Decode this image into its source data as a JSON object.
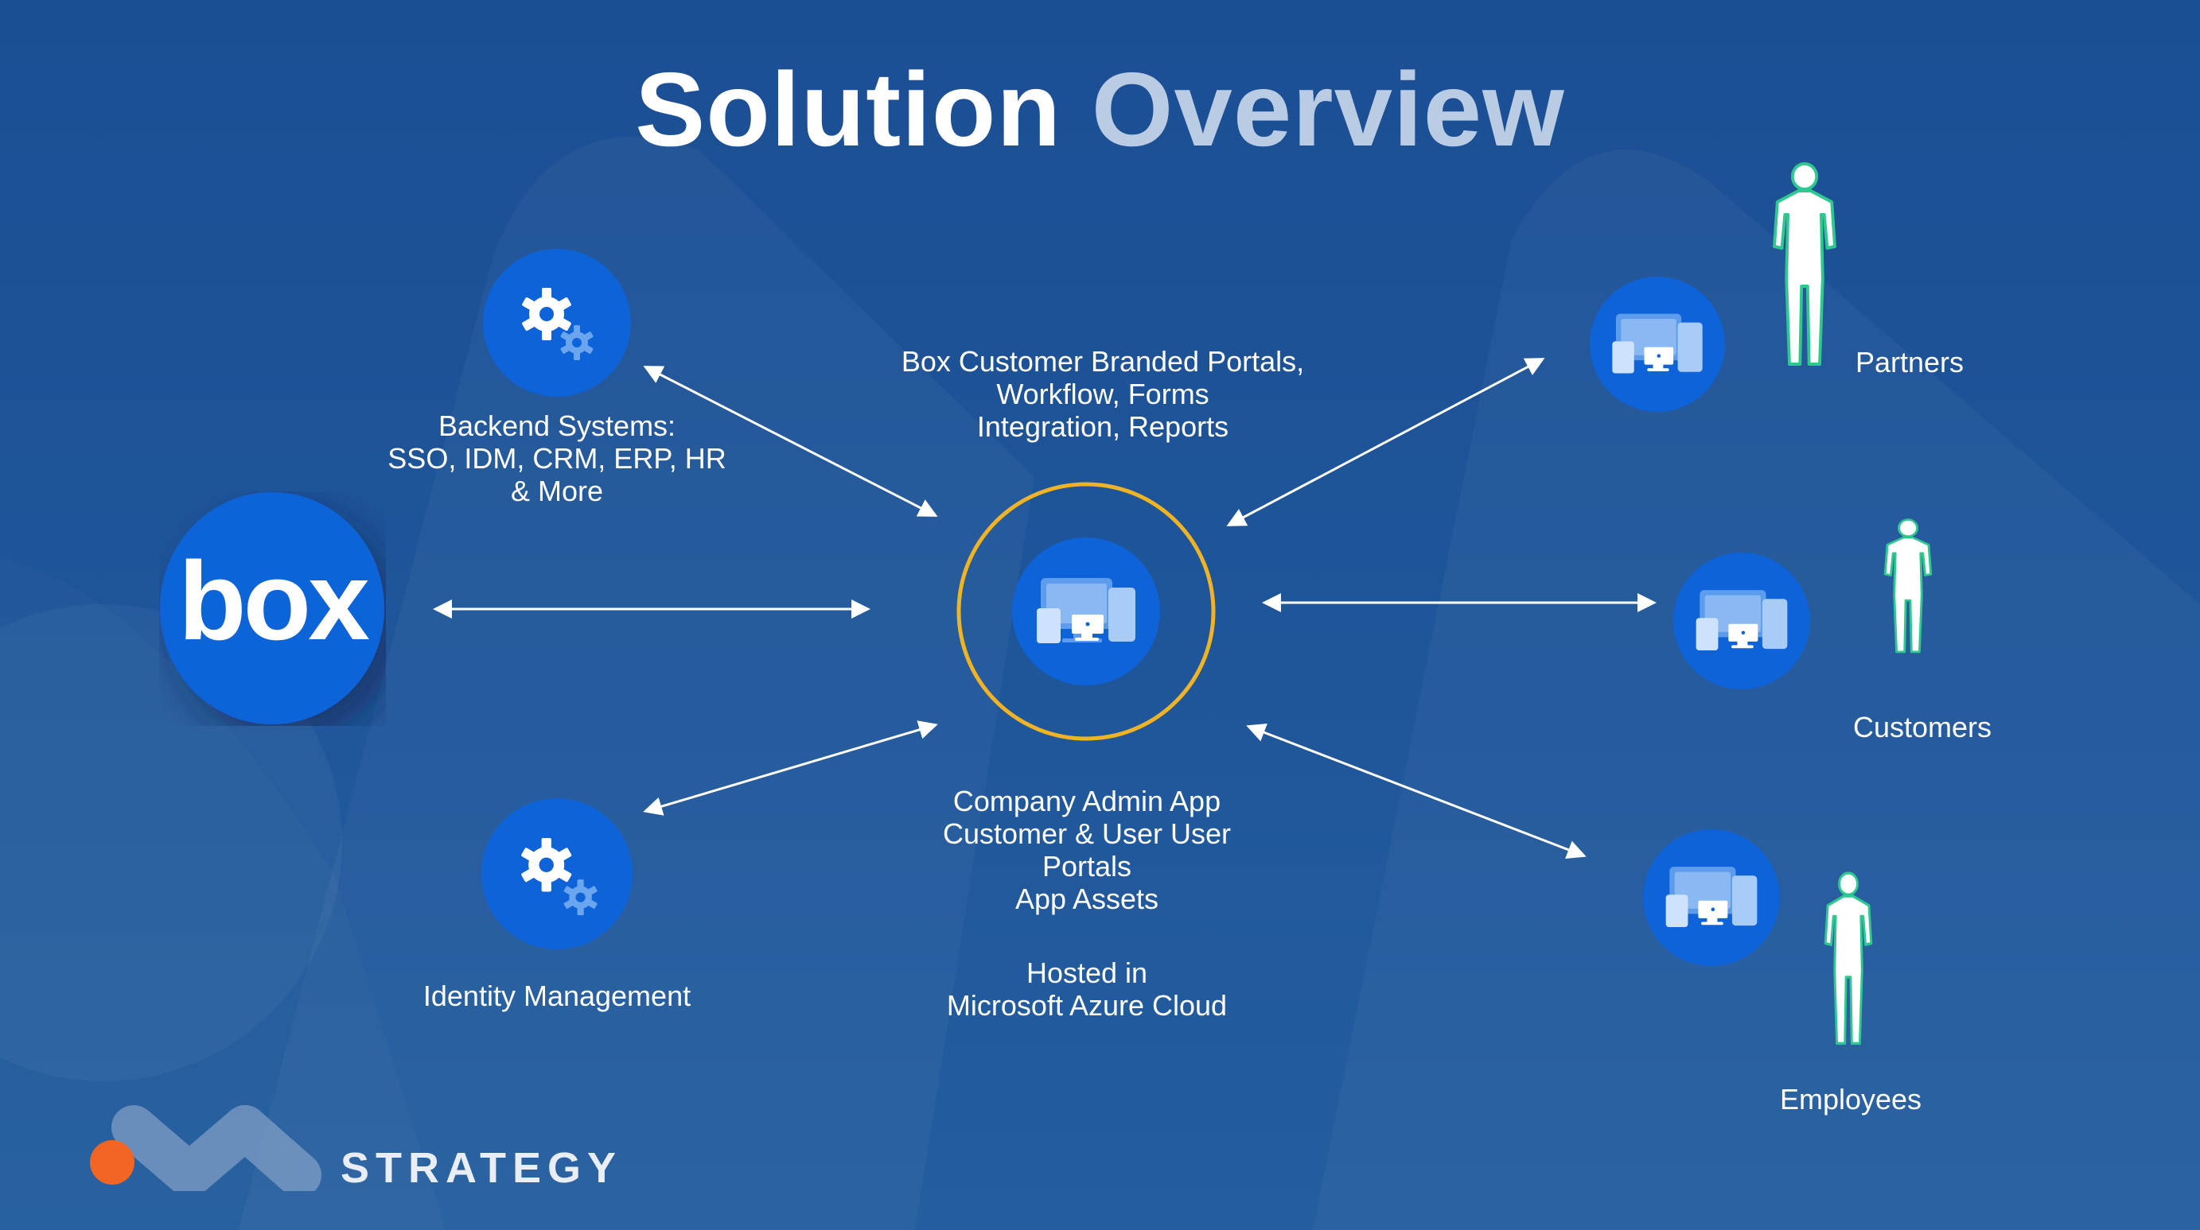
{
  "title": {
    "word1": "Solution",
    "word2": "Overview"
  },
  "colors": {
    "background": "#1f569a",
    "node_blue": "#0e63d8",
    "hub_ring": "#f0b323",
    "arrow": "#ffffff",
    "person_outline": "#2fc98f",
    "logo_orange": "#f26522"
  },
  "box_logo": {
    "text": "box"
  },
  "labels": {
    "backend": "Backend Systems:\nSSO, IDM, CRM, ERP, HR\n& More",
    "identity": "Identity Management",
    "hub_top": "Box Customer Branded Portals,\nWorkflow, Forms\nIntegration, Reports",
    "hub_bottom": "Company Admin App\nCustomer &  User User\nPortals\nApp Assets",
    "hosted": "Hosted in\nMicrosoft Azure Cloud",
    "partners": "Partners",
    "customers": "Customers",
    "employees": "Employees"
  },
  "icons": {
    "backend": "gears-icon",
    "identity": "gears-icon",
    "hub": "devices-icon",
    "partners": "devices-icon",
    "customers": "devices-icon",
    "employees": "devices-icon",
    "person": "person-icon"
  },
  "brand": {
    "name": "STRATEGY"
  }
}
